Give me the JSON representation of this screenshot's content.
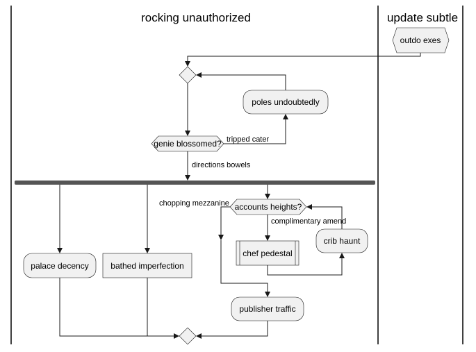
{
  "swimlanes": [
    {
      "title": "rocking unauthorized"
    },
    {
      "title": "update subtle"
    }
  ],
  "nodes": {
    "input": "outdo exes",
    "poles": "poles undoubtedly",
    "genie_question": "genie blossomed?",
    "accounts_question": "accounts heights?",
    "chef": "chef pedestal",
    "crib": "crib haunt",
    "palace": "palace decency",
    "bathed": "bathed imperfection",
    "publisher": "publisher traffic"
  },
  "edges": {
    "tripped": "tripped cater",
    "directions": "directions bowels",
    "chopping": "chopping mezzanine",
    "complimentary": "complimentary amend"
  }
}
